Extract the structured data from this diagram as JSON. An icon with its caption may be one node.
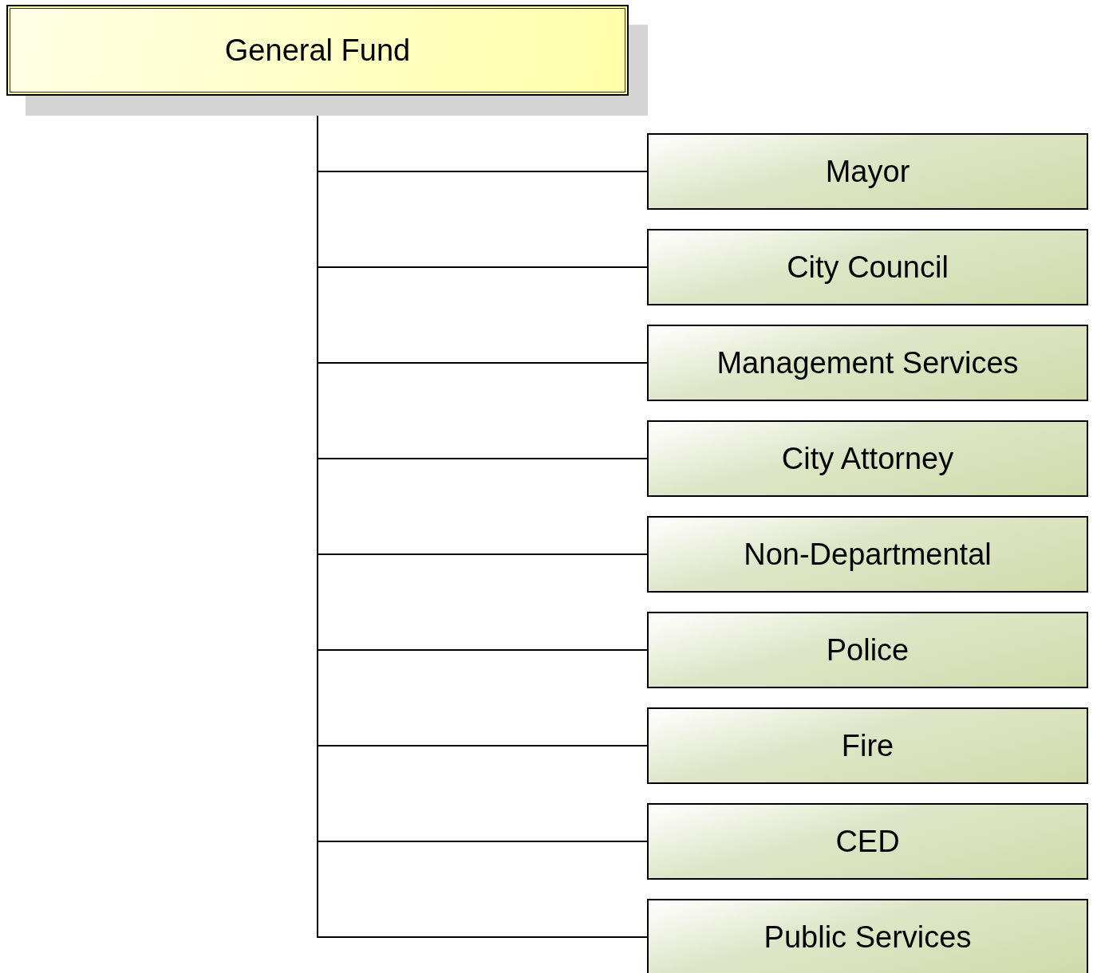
{
  "diagram": {
    "nodes": [
      {
        "text": [
          "General Fund"
        ]
      },
      {
        "text": [
          "Mayor"
        ]
      },
      {
        "text": [
          "City Council"
        ]
      },
      {
        "text": [
          "Management Services"
        ]
      },
      {
        "text": [
          "City Attorney"
        ]
      },
      {
        "text": [
          "Non-Departmental"
        ]
      },
      {
        "text": [
          "Police"
        ]
      },
      {
        "text": [
          "Fire"
        ]
      },
      {
        "text": [
          "CED"
        ]
      },
      {
        "text": [
          "Public Services"
        ]
      }
    ],
    "edges": [
      {
        "from": 0,
        "to": 1,
        "arrow": "none"
      },
      {
        "from": 0,
        "to": 2,
        "arrow": "none"
      },
      {
        "from": 0,
        "to": 3,
        "arrow": "none"
      },
      {
        "from": 0,
        "to": 4,
        "arrow": "none"
      },
      {
        "from": 0,
        "to": 5,
        "arrow": "none"
      },
      {
        "from": 0,
        "to": 6,
        "arrow": "none"
      },
      {
        "from": 0,
        "to": 7,
        "arrow": "none"
      },
      {
        "from": 0,
        "to": 8,
        "arrow": "none"
      },
      {
        "from": 0,
        "to": 9,
        "arrow": "none"
      }
    ]
  }
}
